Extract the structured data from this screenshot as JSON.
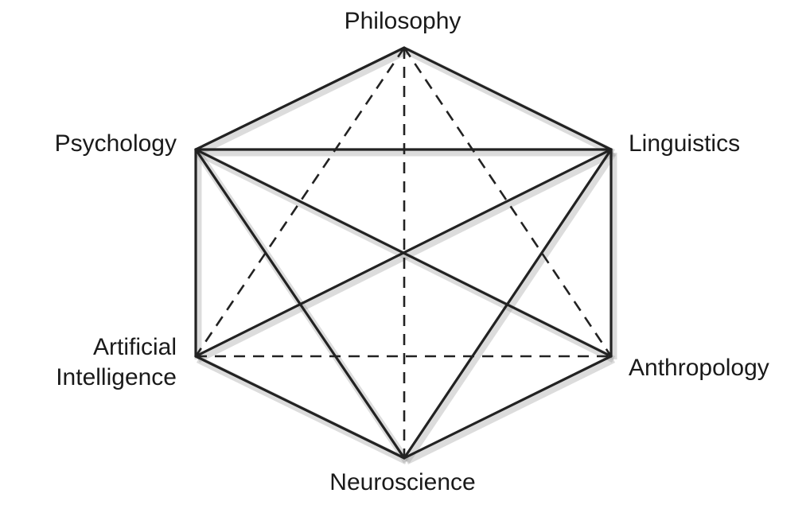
{
  "nodes": [
    {
      "id": "philosophy",
      "label": "Philosophy"
    },
    {
      "id": "psychology",
      "label": "Psychology"
    },
    {
      "id": "linguistics",
      "label": "Linguistics"
    },
    {
      "id": "artificial_intelligence",
      "label_lines": [
        "Artificial",
        "Intelligence"
      ]
    },
    {
      "id": "anthropology",
      "label": "Anthropology"
    },
    {
      "id": "neuroscience",
      "label": "Neuroscience"
    }
  ],
  "edges": [
    {
      "from": "philosophy",
      "to": "psychology",
      "style": "solid"
    },
    {
      "from": "philosophy",
      "to": "linguistics",
      "style": "solid"
    },
    {
      "from": "psychology",
      "to": "linguistics",
      "style": "solid"
    },
    {
      "from": "psychology",
      "to": "artificial_intelligence",
      "style": "solid"
    },
    {
      "from": "psychology",
      "to": "anthropology",
      "style": "solid"
    },
    {
      "from": "psychology",
      "to": "neuroscience",
      "style": "solid"
    },
    {
      "from": "linguistics",
      "to": "anthropology",
      "style": "solid"
    },
    {
      "from": "linguistics",
      "to": "artificial_intelligence",
      "style": "solid"
    },
    {
      "from": "linguistics",
      "to": "neuroscience",
      "style": "solid"
    },
    {
      "from": "artificial_intelligence",
      "to": "neuroscience",
      "style": "solid"
    },
    {
      "from": "anthropology",
      "to": "neuroscience",
      "style": "solid"
    },
    {
      "from": "philosophy",
      "to": "artificial_intelligence",
      "style": "dashed"
    },
    {
      "from": "philosophy",
      "to": "anthropology",
      "style": "dashed"
    },
    {
      "from": "philosophy",
      "to": "neuroscience",
      "style": "dashed"
    },
    {
      "from": "artificial_intelligence",
      "to": "anthropology",
      "style": "dashed"
    }
  ]
}
